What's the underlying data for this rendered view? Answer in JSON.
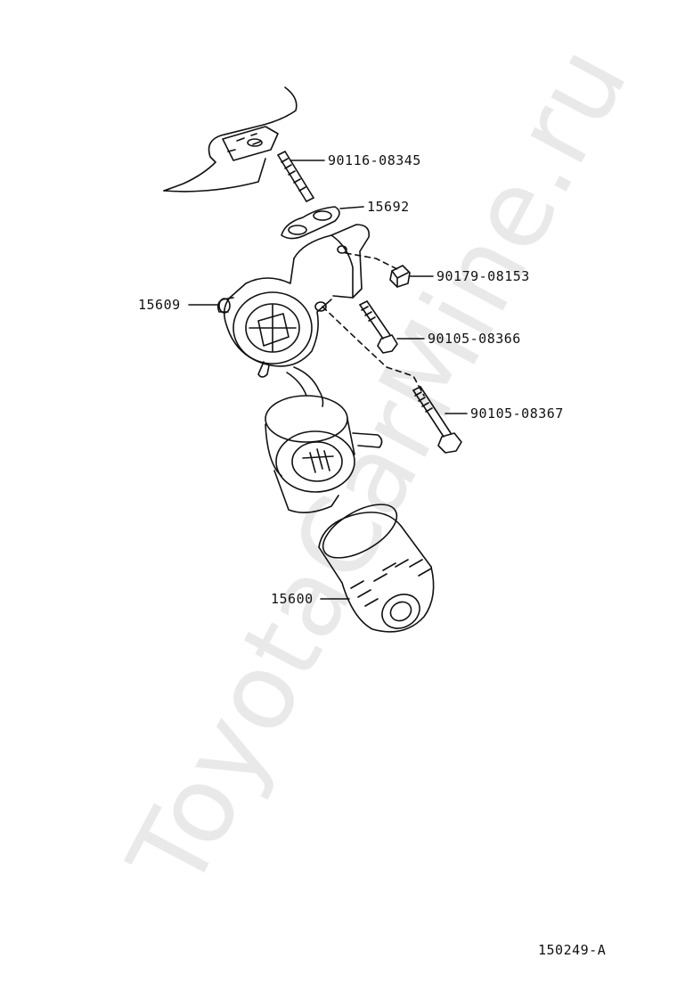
{
  "watermark": "ToyotaCarMine.ru",
  "diagram_ref": "150249-A",
  "parts": [
    {
      "id": "stud",
      "number": "90116-08345"
    },
    {
      "id": "gasket",
      "number": "15692"
    },
    {
      "id": "nut",
      "number": "90179-08153"
    },
    {
      "id": "filter-bracket",
      "number": "15609"
    },
    {
      "id": "bolt-short",
      "number": "90105-08366"
    },
    {
      "id": "bolt-long",
      "number": "90105-08367"
    },
    {
      "id": "oil-filter",
      "number": "15600"
    }
  ]
}
